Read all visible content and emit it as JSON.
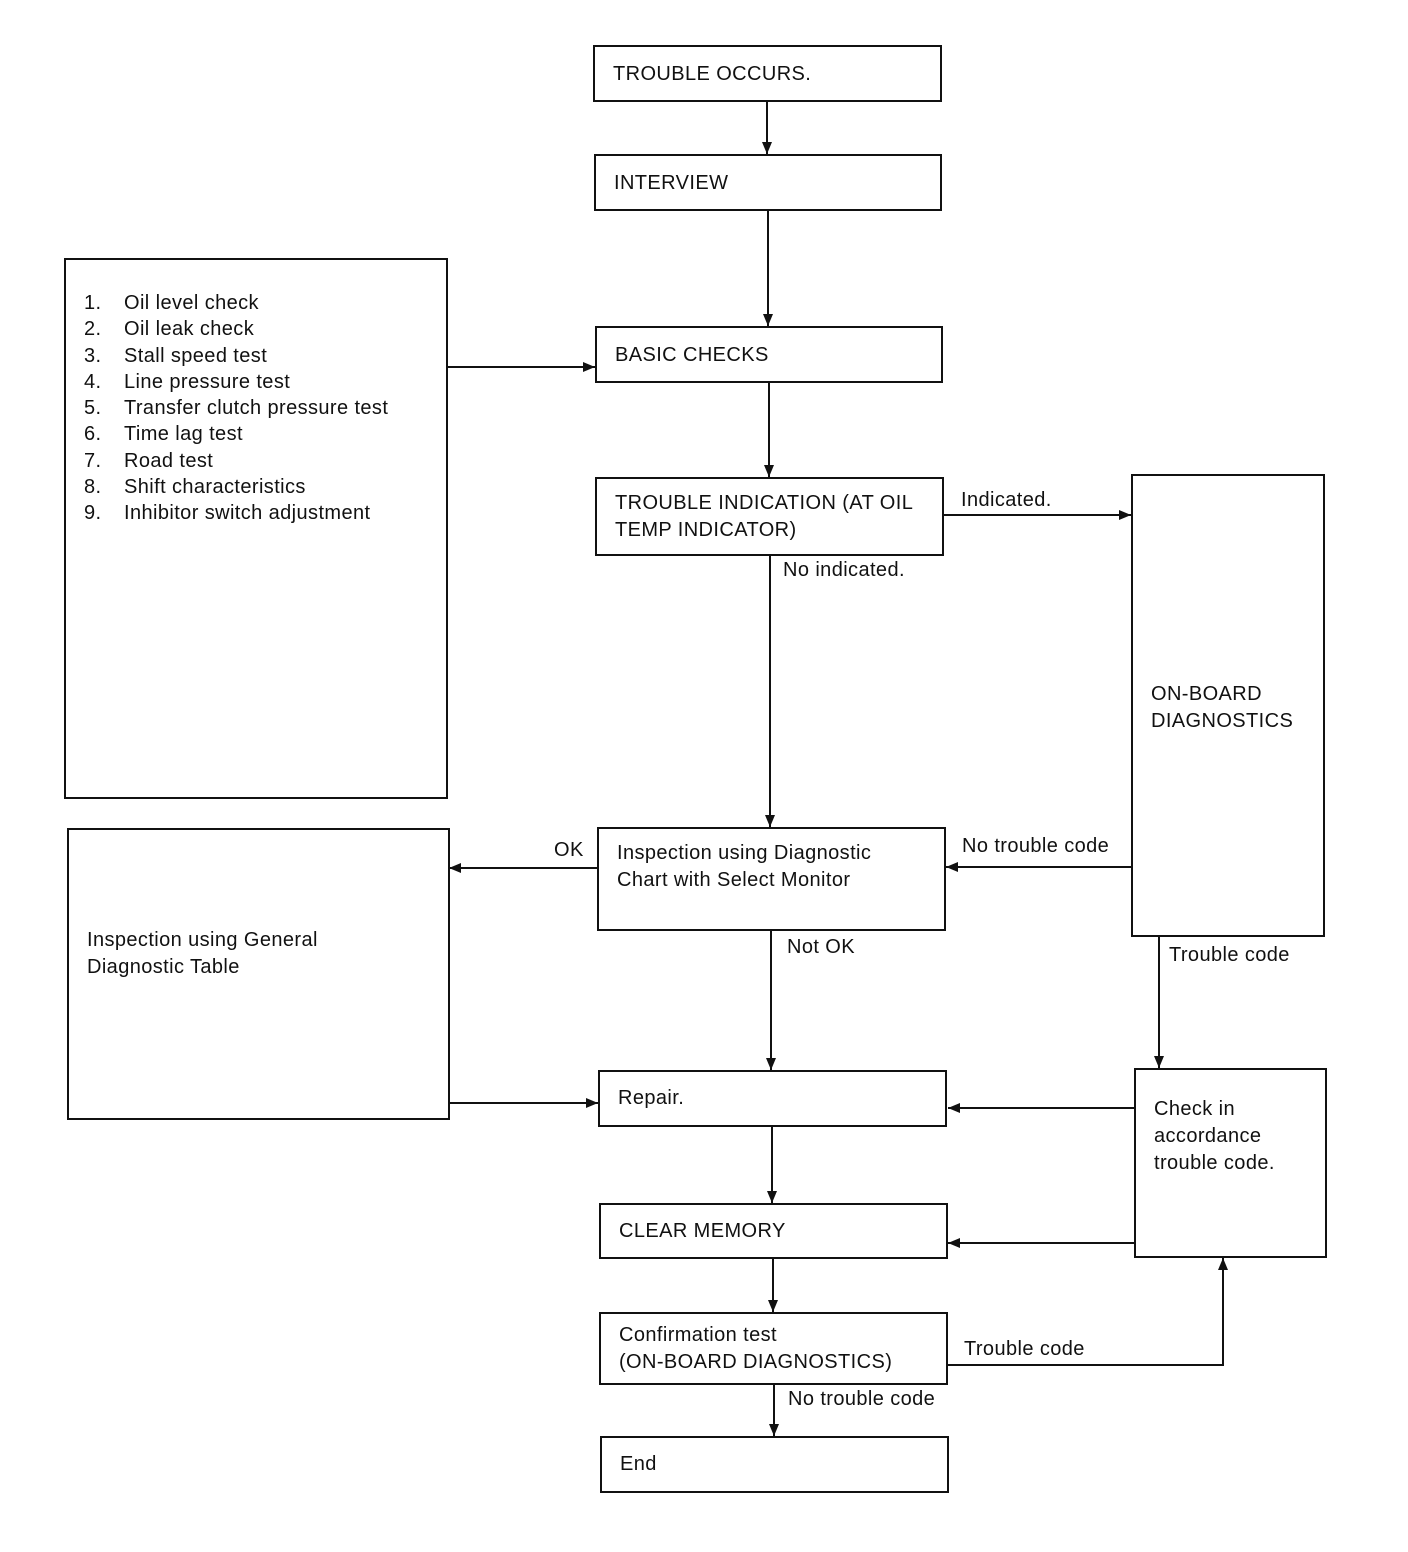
{
  "nodes": {
    "trouble_occurs": "TROUBLE OCCURS.",
    "interview": "INTERVIEW",
    "basic_checks": "BASIC CHECKS",
    "trouble_indication": "TROUBLE INDICATION (AT OIL\nTEMP INDICATOR)",
    "on_board_diagnostics": "ON-BOARD\nDIAGNOSTICS",
    "inspection_select_monitor": "Inspection using Diagnostic\nChart with Select Monitor",
    "inspection_general_table": "Inspection using General\nDiagnostic Table",
    "repair": "Repair.",
    "check_trouble_code": "Check in\naccordance\ntrouble code.",
    "clear_memory": "CLEAR MEMORY",
    "confirmation_test": "Confirmation test\n(ON-BOARD DIAGNOSTICS)",
    "end": "End"
  },
  "basic_check_items": [
    {
      "num": "1.",
      "text": "Oil level check"
    },
    {
      "num": "2.",
      "text": "Oil leak check"
    },
    {
      "num": "3.",
      "text": "Stall speed test"
    },
    {
      "num": "4.",
      "text": "Line pressure test"
    },
    {
      "num": "5.",
      "text": "Transfer clutch pressure test"
    },
    {
      "num": "6.",
      "text": "Time lag test"
    },
    {
      "num": "7.",
      "text": "Road test"
    },
    {
      "num": "8.",
      "text": "Shift characteristics"
    },
    {
      "num": "9.",
      "text": "Inhibitor switch adjustment"
    }
  ],
  "edge_labels": {
    "indicated": "Indicated.",
    "no_indicated": "No indicated.",
    "ok": "OK",
    "not_ok": "Not OK",
    "no_trouble_code_obd": "No trouble code",
    "trouble_code_obd": "Trouble code",
    "trouble_code_confirm": "Trouble code",
    "no_trouble_code_confirm": "No trouble code"
  },
  "colors": {
    "line": "#111111",
    "background": "#ffffff"
  }
}
